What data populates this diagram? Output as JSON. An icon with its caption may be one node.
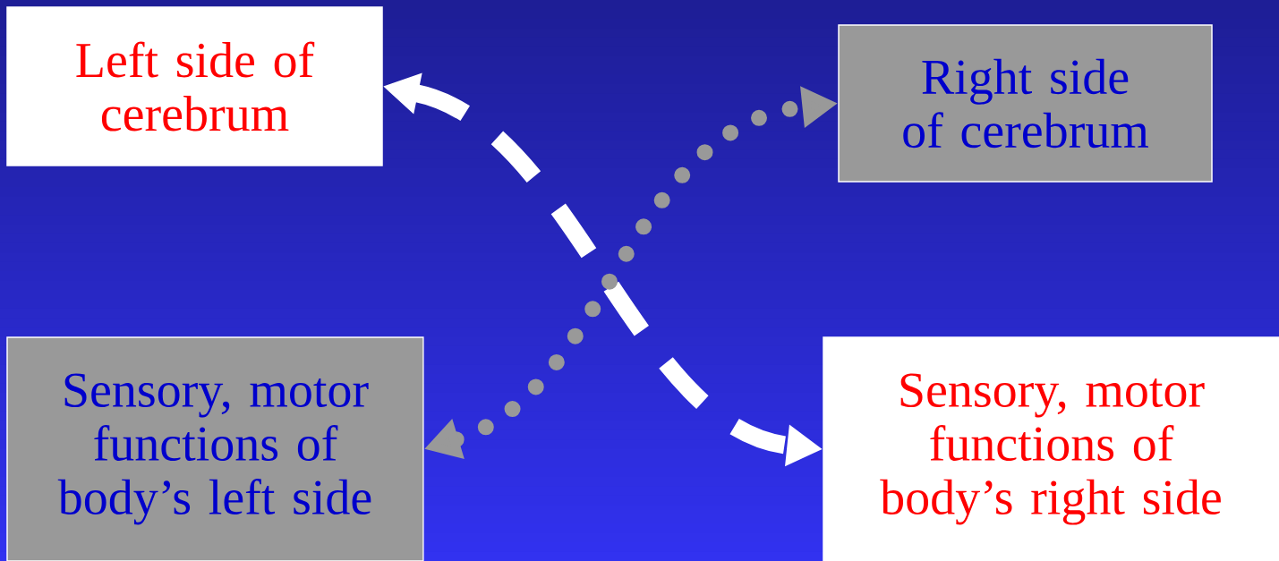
{
  "diagram": {
    "nodes": [
      {
        "text": [
          "Left side of cerebrum"
        ]
      },
      {
        "text": [
          "Right side of cerebrum"
        ]
      },
      {
        "text": [
          "Sensory, motor functions of body’s left side"
        ]
      },
      {
        "text": [
          "Sensory, motor functions of body’s right side"
        ]
      }
    ],
    "edges": [
      {
        "from": 0,
        "to": 3,
        "arrow": "both",
        "style": "dashed",
        "color": "#ffffff"
      },
      {
        "from": 2,
        "to": 1,
        "arrow": "both",
        "style": "dashed",
        "color": "#999999"
      }
    ]
  }
}
